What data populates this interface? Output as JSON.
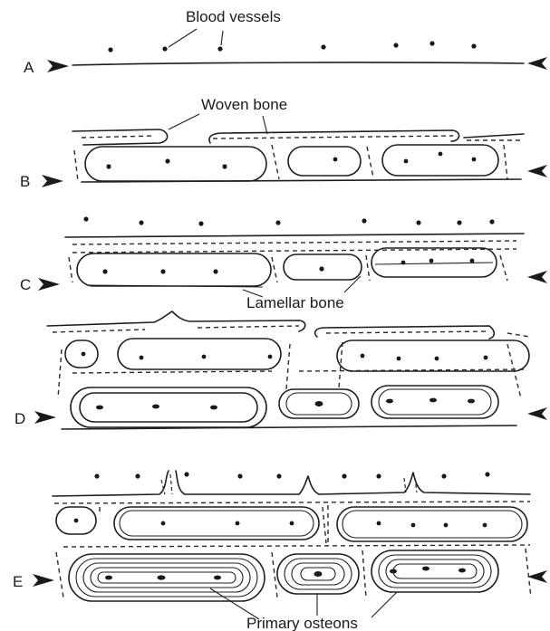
{
  "labels": {
    "blood_vessels": "Blood vessels",
    "woven_bone": "Woven bone",
    "lamellar_bone": "Lamellar bone",
    "primary_osteons": "Primary osteons"
  },
  "stages": [
    "A",
    "B",
    "C",
    "D",
    "E"
  ],
  "colors": {
    "ink": "#1e1e1e",
    "background": "#ffffff"
  }
}
